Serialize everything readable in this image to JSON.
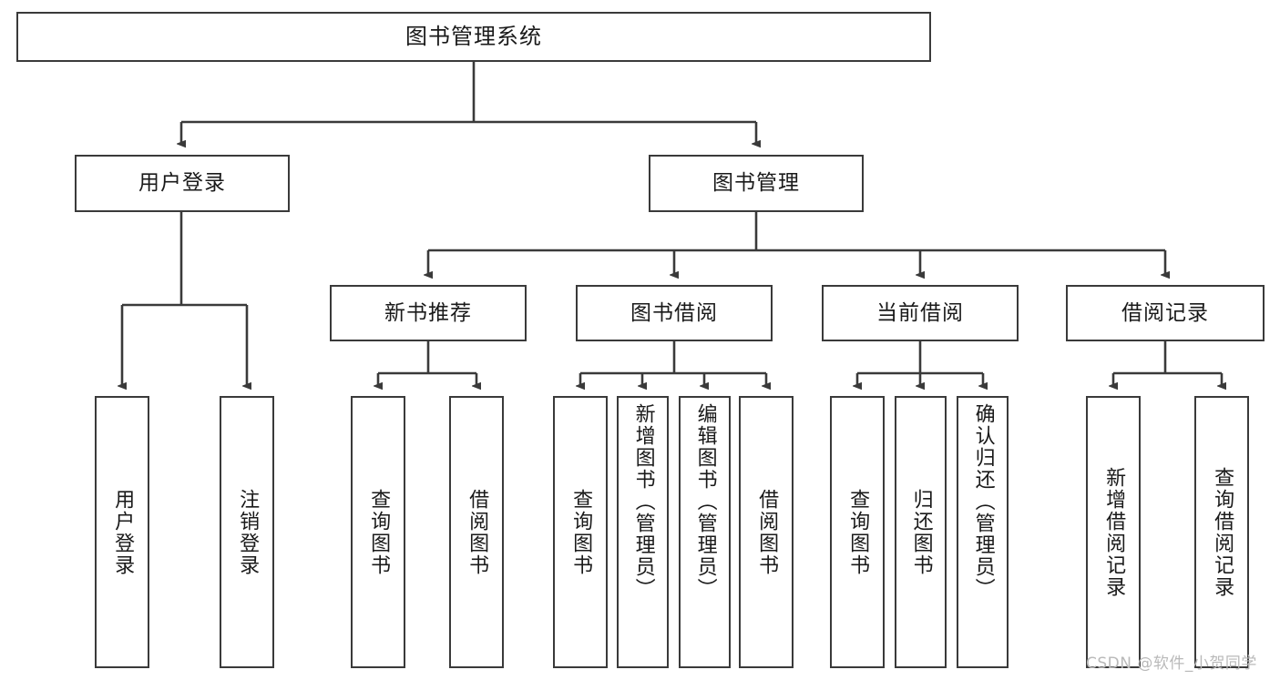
{
  "diagram": {
    "type": "tree",
    "title": "图书管理系统",
    "root": {
      "id": "root",
      "label": "图书管理系统"
    },
    "level2": [
      {
        "id": "user-login",
        "label": "用户登录"
      },
      {
        "id": "book-manage",
        "label": "图书管理"
      }
    ],
    "level3": [
      {
        "id": "new-book-rec",
        "label": "新书推荐",
        "parent": "book-manage"
      },
      {
        "id": "book-borrow",
        "label": "图书借阅",
        "parent": "book-manage"
      },
      {
        "id": "current-borrow",
        "label": "当前借阅",
        "parent": "book-manage"
      },
      {
        "id": "borrow-record",
        "label": "借阅记录",
        "parent": "book-manage"
      }
    ],
    "leaves": [
      {
        "id": "leaf-user-login",
        "label": "用户登录",
        "parent": "user-login"
      },
      {
        "id": "leaf-user-logout",
        "label": "注销登录",
        "parent": "user-login"
      },
      {
        "id": "leaf-query-book-rec",
        "label": "查询图书",
        "parent": "new-book-rec"
      },
      {
        "id": "leaf-borrow-book-rec",
        "label": "借阅图书",
        "parent": "new-book-rec"
      },
      {
        "id": "leaf-query-book-borrow",
        "label": "查询图书",
        "parent": "book-borrow"
      },
      {
        "id": "leaf-add-book",
        "label": "新增图书（管理员）",
        "parent": "book-borrow"
      },
      {
        "id": "leaf-edit-book",
        "label": "编辑图书（管理员）",
        "parent": "book-borrow"
      },
      {
        "id": "leaf-borrow-book",
        "label": "借阅图书",
        "parent": "book-borrow"
      },
      {
        "id": "leaf-query-book-cur",
        "label": "查询图书",
        "parent": "current-borrow"
      },
      {
        "id": "leaf-return-book",
        "label": "归还图书",
        "parent": "current-borrow"
      },
      {
        "id": "leaf-confirm-return",
        "label": "确认归还（管理员）",
        "parent": "current-borrow"
      },
      {
        "id": "leaf-add-record",
        "label": "新增借阅记录",
        "parent": "borrow-record"
      },
      {
        "id": "leaf-query-record",
        "label": "查询借阅记录",
        "parent": "borrow-record"
      }
    ]
  },
  "watermark": {
    "text": "CSDN @软件_小贺同学"
  },
  "colors": {
    "box_border": "#3a3a3a",
    "box_fill": "#ffffff",
    "edge": "#3a3a3a",
    "text": "#1a1a1a",
    "watermark": "#b9b9b9",
    "background": "#ffffff"
  }
}
